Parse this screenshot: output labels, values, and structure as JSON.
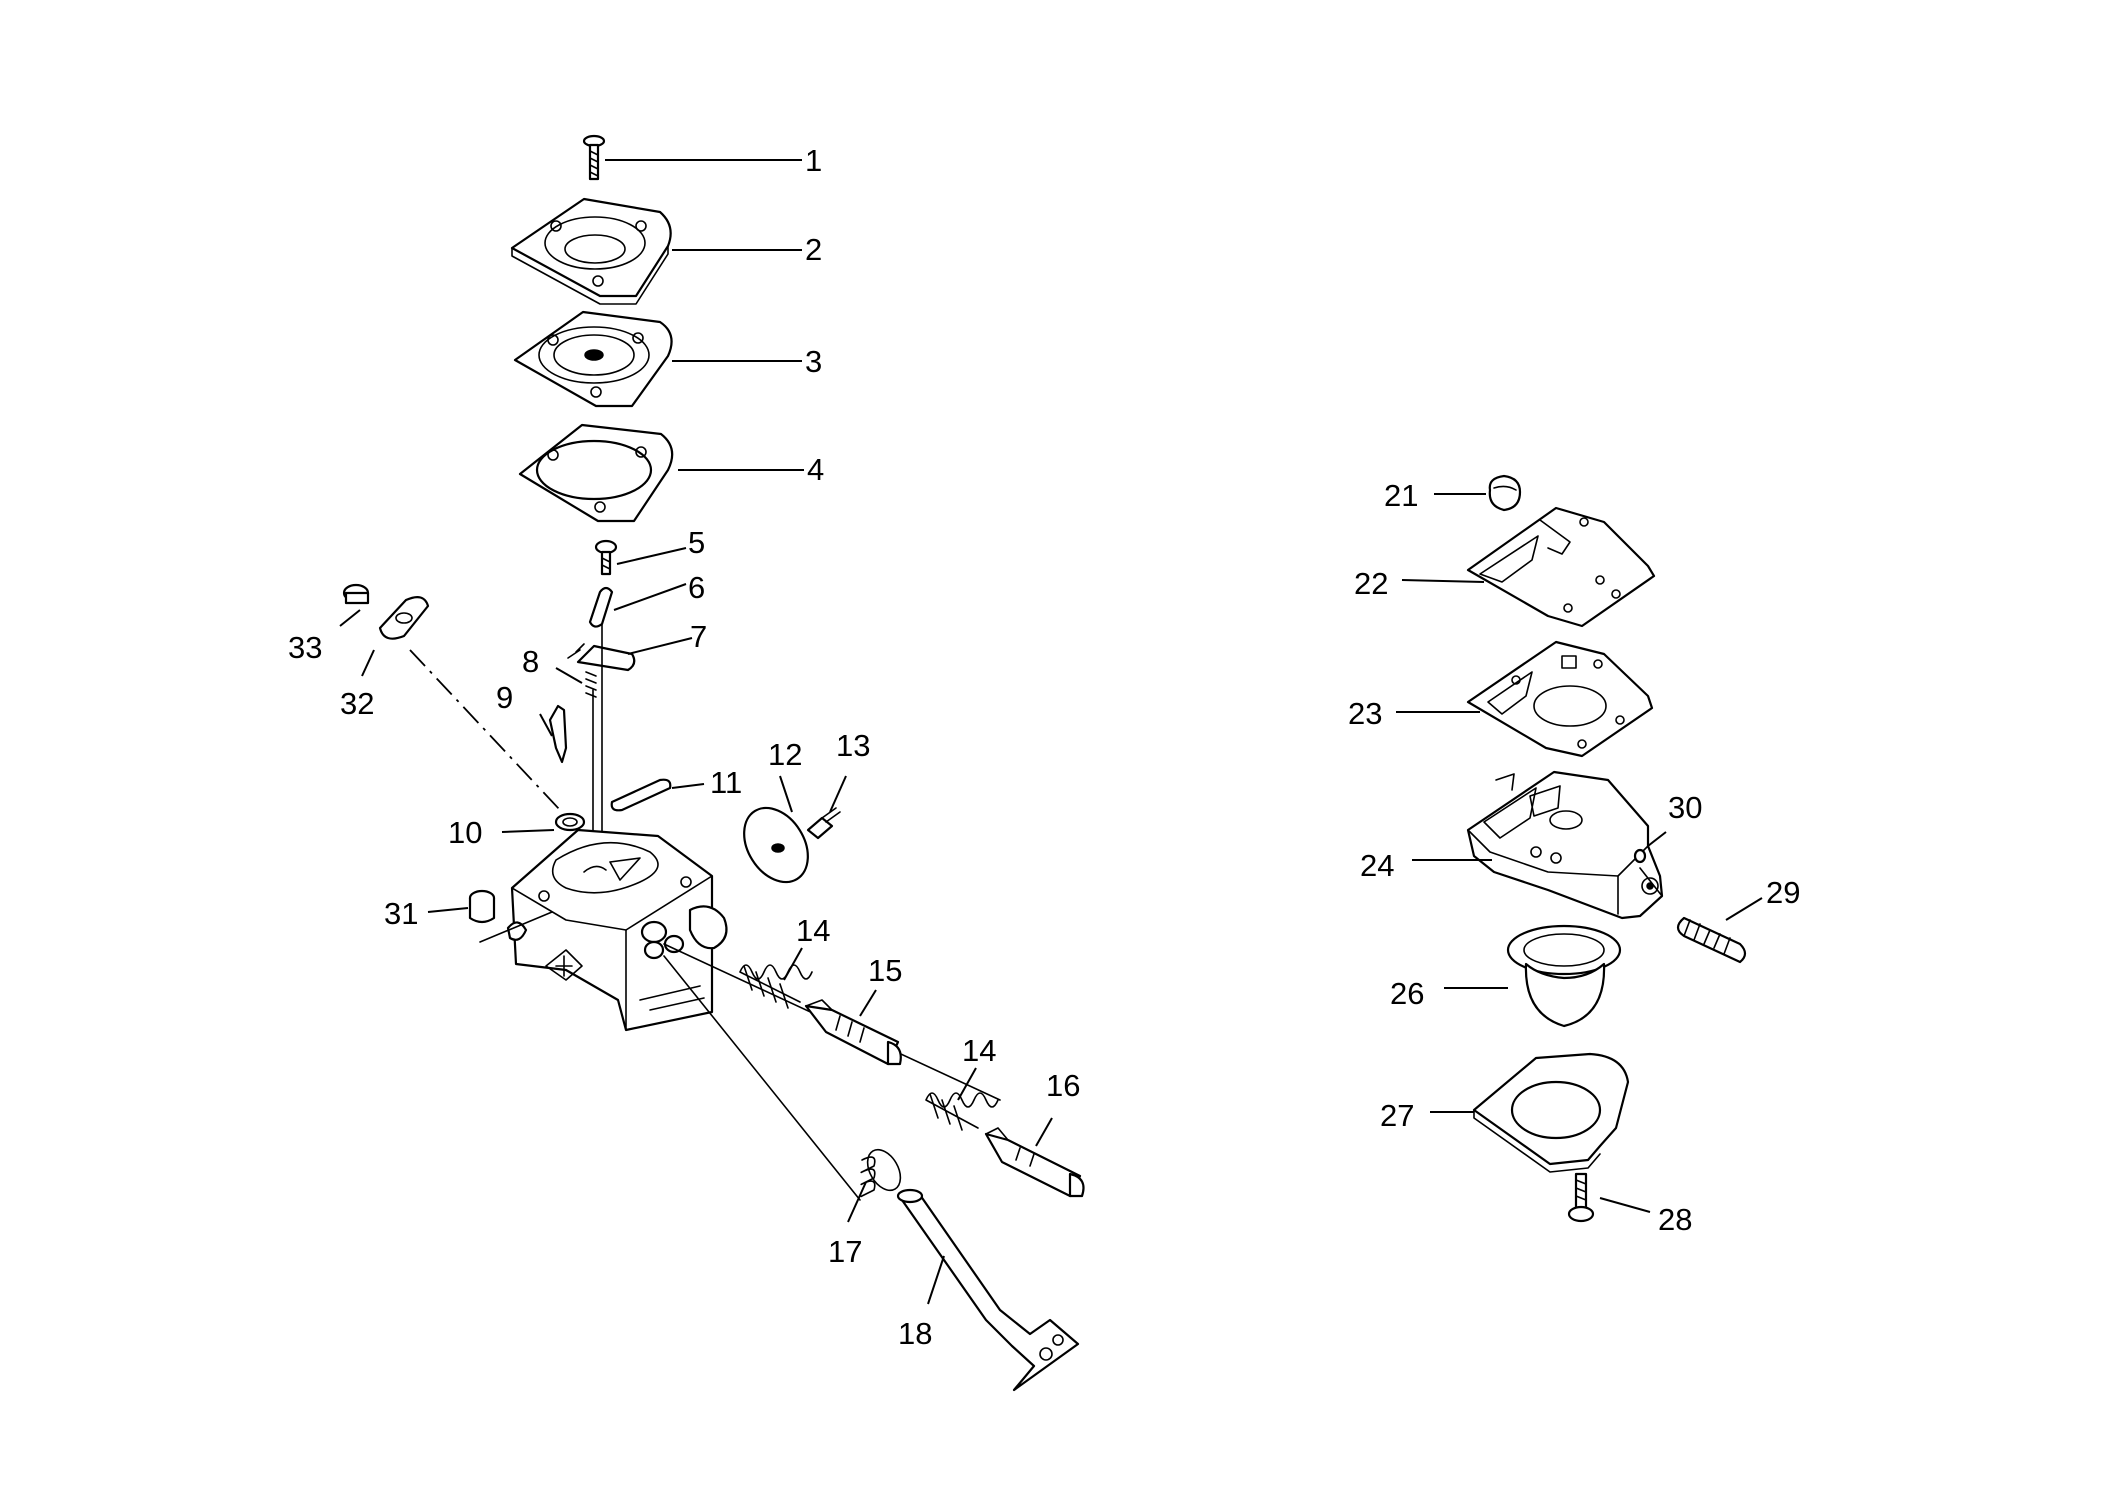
{
  "callouts": [
    {
      "id": "c1",
      "label": "1"
    },
    {
      "id": "c2",
      "label": "2"
    },
    {
      "id": "c3",
      "label": "3"
    },
    {
      "id": "c4",
      "label": "4"
    },
    {
      "id": "c5",
      "label": "5"
    },
    {
      "id": "c6",
      "label": "6"
    },
    {
      "id": "c7",
      "label": "7"
    },
    {
      "id": "c8",
      "label": "8"
    },
    {
      "id": "c9",
      "label": "9"
    },
    {
      "id": "c10",
      "label": "10"
    },
    {
      "id": "c11",
      "label": "11"
    },
    {
      "id": "c12",
      "label": "12"
    },
    {
      "id": "c13",
      "label": "13"
    },
    {
      "id": "c14a",
      "label": "14"
    },
    {
      "id": "c14b",
      "label": "14"
    },
    {
      "id": "c15",
      "label": "15"
    },
    {
      "id": "c16",
      "label": "16"
    },
    {
      "id": "c17",
      "label": "17"
    },
    {
      "id": "c18",
      "label": "18"
    },
    {
      "id": "c21",
      "label": "21"
    },
    {
      "id": "c22",
      "label": "22"
    },
    {
      "id": "c23",
      "label": "23"
    },
    {
      "id": "c24",
      "label": "24"
    },
    {
      "id": "c26",
      "label": "26"
    },
    {
      "id": "c27",
      "label": "27"
    },
    {
      "id": "c28",
      "label": "28"
    },
    {
      "id": "c29",
      "label": "29"
    },
    {
      "id": "c30",
      "label": "30"
    },
    {
      "id": "c31",
      "label": "31"
    },
    {
      "id": "c32",
      "label": "32"
    },
    {
      "id": "c33",
      "label": "33"
    }
  ]
}
